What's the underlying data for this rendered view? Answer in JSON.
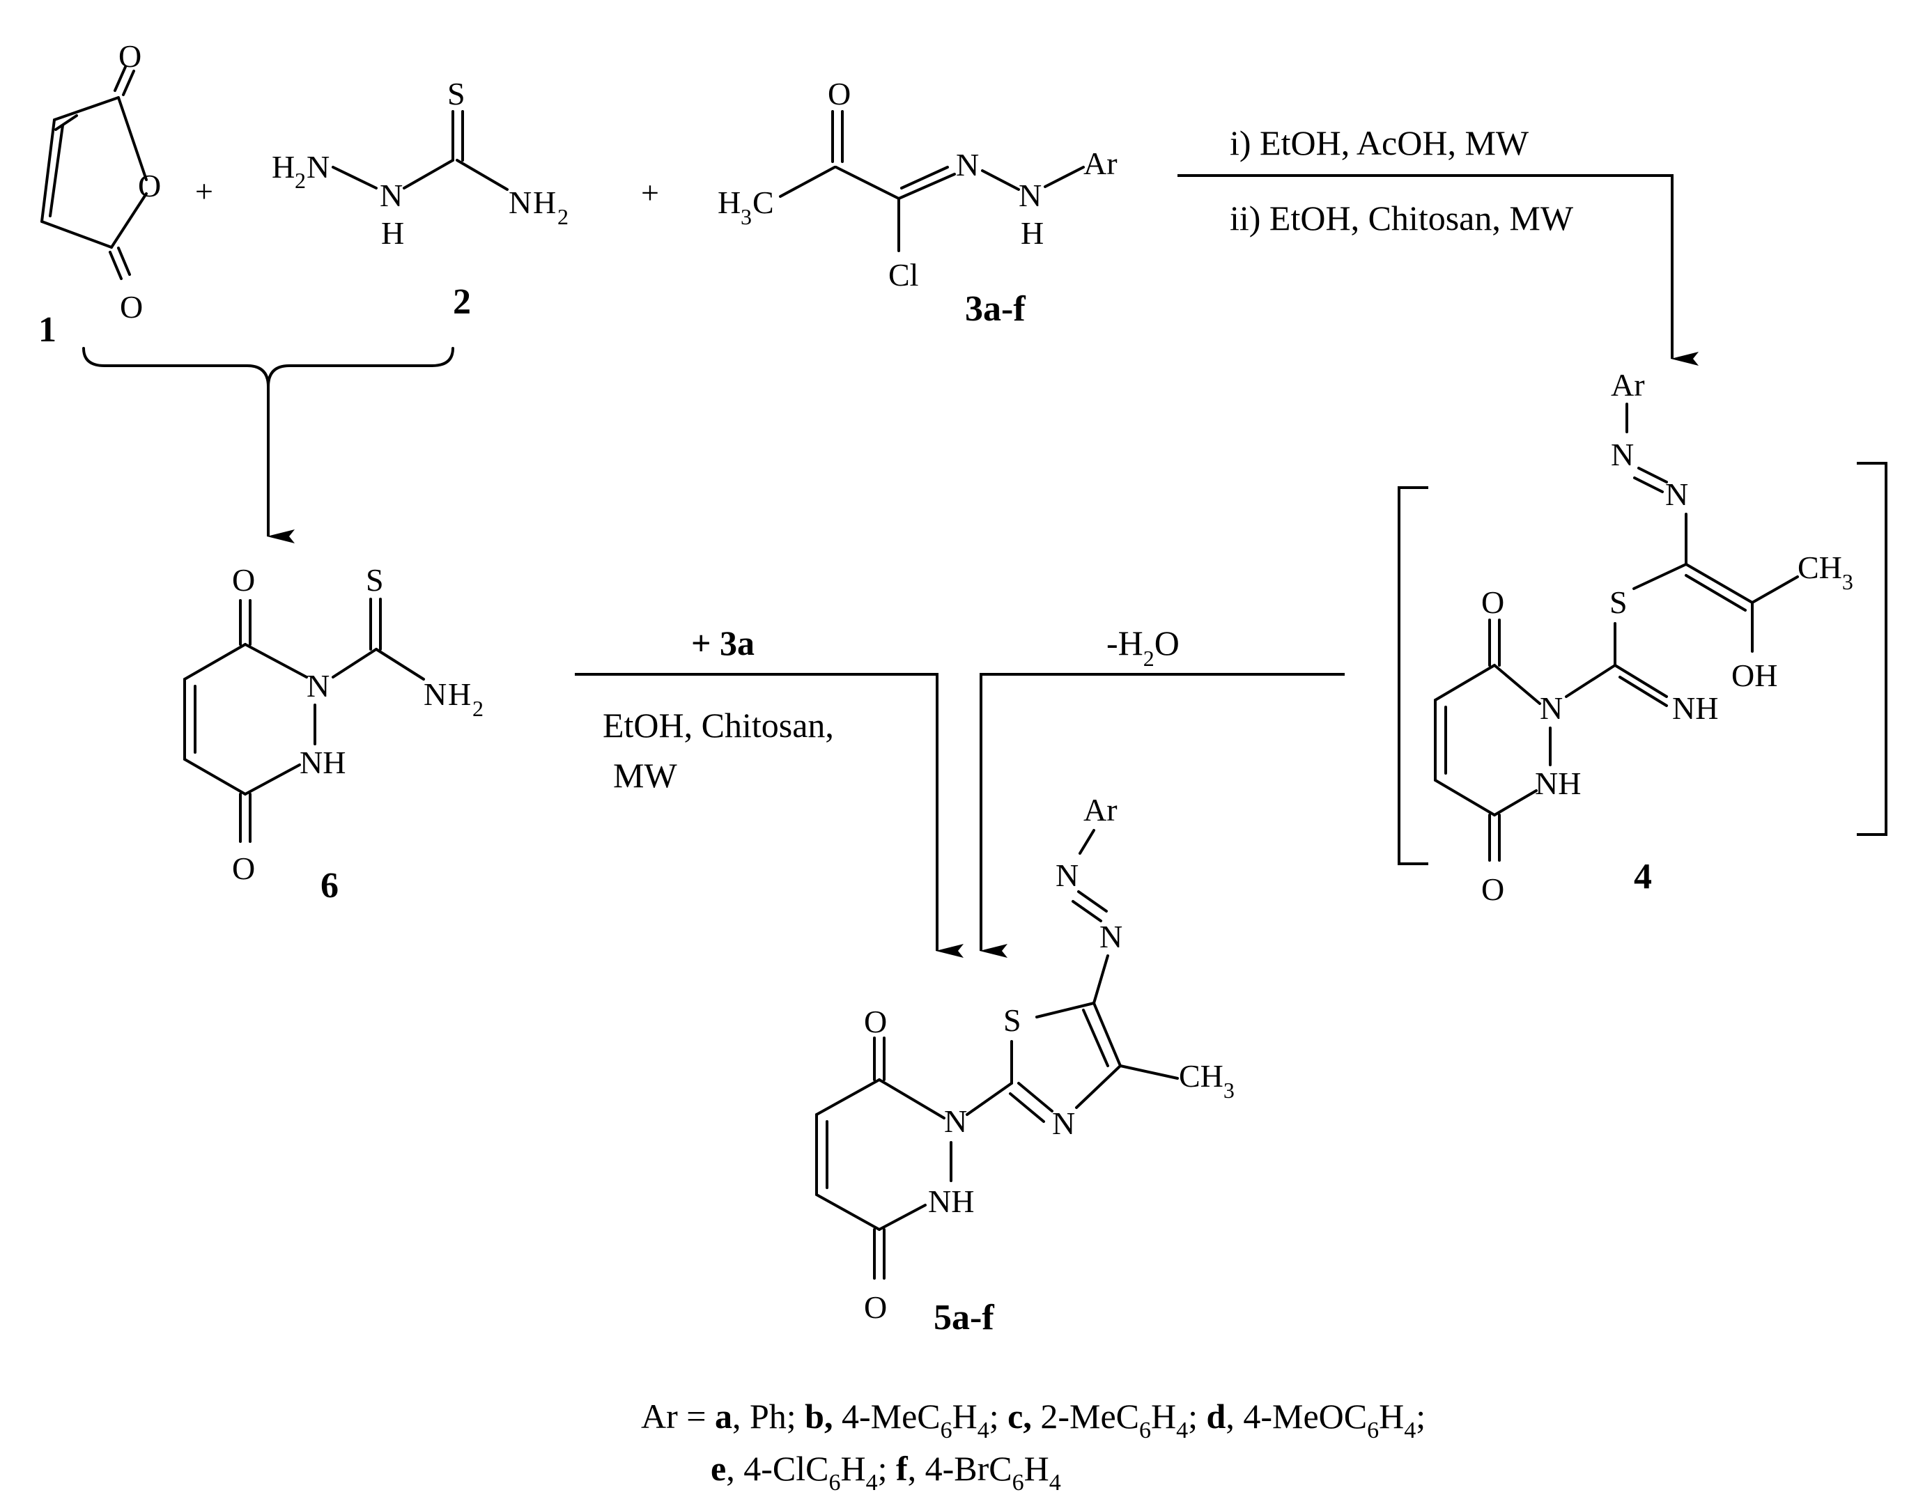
{
  "labels": {
    "c1": "1",
    "c2": "2",
    "c3": "3a-f",
    "c4": "4",
    "c5": "5a-f",
    "c6": "6"
  },
  "plus": "+",
  "conditions": {
    "top_i": "i) EtOH, AcOH, MW",
    "top_ii": "ii) EtOH, Chitosan, MW",
    "mid_reagent": "+ 3a",
    "mid_line1": "EtOH, Chitosan,",
    "mid_line2": "MW",
    "right_prefix": "-H",
    "right_sub": "2",
    "right_suffix": "O"
  },
  "atoms": {
    "O": "O",
    "S": "S",
    "N": "N",
    "H": "H",
    "NH": "NH",
    "OH": "OH",
    "Cl": "Cl",
    "Ar": "Ar",
    "CH": "CH",
    "NH_": "NH",
    "H_": "H",
    "C": "C",
    "sub2": "2",
    "sub3": "3"
  },
  "footer": {
    "line1": [
      {
        "t": "Ar = ",
        "b": false
      },
      {
        "t": "a",
        "b": true
      },
      {
        "t": ", Ph; ",
        "b": false
      },
      {
        "t": "b,",
        "b": true
      },
      {
        "t": " 4-MeC",
        "b": false
      },
      {
        "t": "6",
        "sub": true
      },
      {
        "t": "H",
        "b": false
      },
      {
        "t": "4",
        "sub": true
      },
      {
        "t": "; ",
        "b": false
      },
      {
        "t": "c,",
        "b": true
      },
      {
        "t": " 2-MeC",
        "b": false
      },
      {
        "t": "6",
        "sub": true
      },
      {
        "t": "H",
        "b": false
      },
      {
        "t": "4",
        "sub": true
      },
      {
        "t": "; ",
        "b": false
      },
      {
        "t": "d",
        "b": true
      },
      {
        "t": ", 4-MeOC",
        "b": false
      },
      {
        "t": "6",
        "sub": true
      },
      {
        "t": "H",
        "b": false
      },
      {
        "t": "4",
        "sub": true
      },
      {
        "t": ";",
        "b": false
      }
    ],
    "line2": [
      {
        "t": "e",
        "b": true
      },
      {
        "t": ", 4-ClC",
        "b": false
      },
      {
        "t": "6",
        "sub": true
      },
      {
        "t": "H",
        "b": false
      },
      {
        "t": "4",
        "sub": true
      },
      {
        "t": "; ",
        "b": false
      },
      {
        "t": "f",
        "b": true
      },
      {
        "t": ", 4-BrC",
        "b": false
      },
      {
        "t": "6",
        "sub": true
      },
      {
        "t": "H",
        "b": false
      },
      {
        "t": "4",
        "sub": true
      }
    ]
  }
}
